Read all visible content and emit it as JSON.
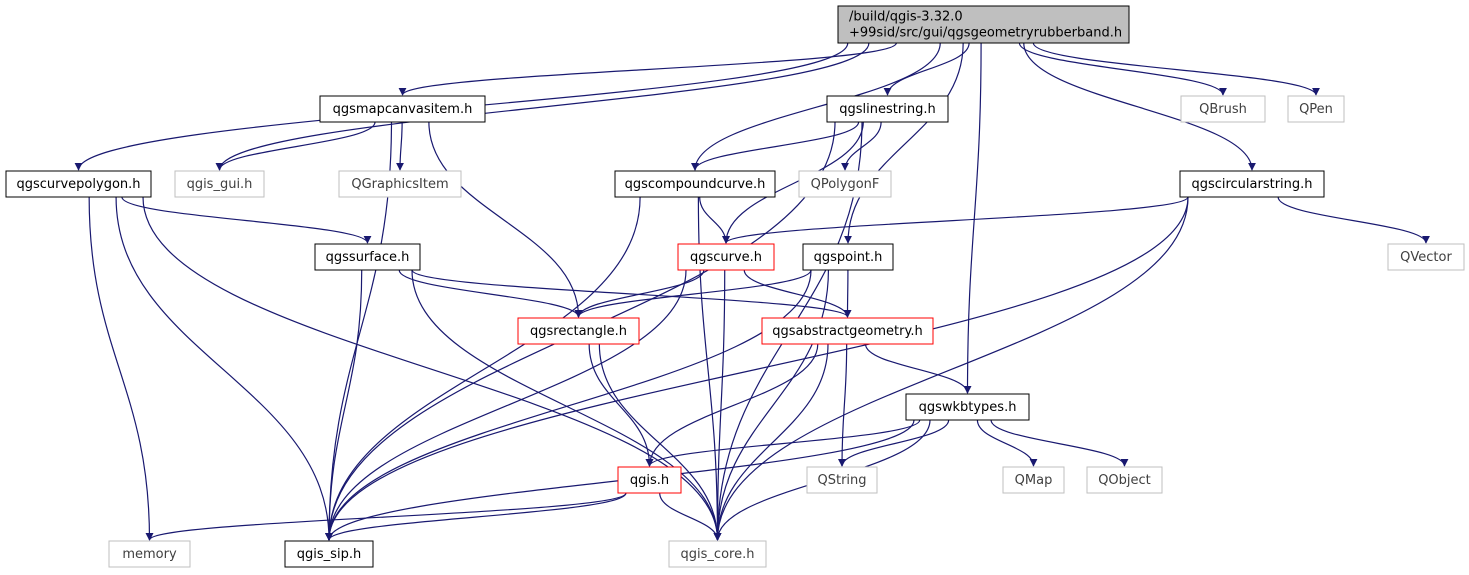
{
  "diagram": {
    "colors": {
      "edge": "#191970",
      "root_fill": "#bfbfbf",
      "normal_border": "#000000",
      "external_border": "#bfbfbf",
      "external_text": "#404040",
      "truncated_border": "#ff0000",
      "text": "#000000"
    },
    "nodes": [
      {
        "id": "root",
        "lines": [
          "/build/qgis-3.32.0",
          "+99sid/src/gui/qgsgeometryrubberband.h"
        ],
        "kind": "root"
      },
      {
        "id": "qgsmapcanvasitem",
        "lines": [
          "qgsmapcanvasitem.h"
        ],
        "kind": "normal"
      },
      {
        "id": "qgslinestring",
        "lines": [
          "qgslinestring.h"
        ],
        "kind": "normal"
      },
      {
        "id": "qbrush",
        "lines": [
          "QBrush"
        ],
        "kind": "external"
      },
      {
        "id": "qpen",
        "lines": [
          "QPen"
        ],
        "kind": "external"
      },
      {
        "id": "qgscurvepolygon",
        "lines": [
          "qgscurvepolygon.h"
        ],
        "kind": "normal"
      },
      {
        "id": "qgis_gui",
        "lines": [
          "qgis_gui.h"
        ],
        "kind": "external"
      },
      {
        "id": "qgraphicsitem",
        "lines": [
          "QGraphicsItem"
        ],
        "kind": "external"
      },
      {
        "id": "qgscompoundcurve",
        "lines": [
          "qgscompoundcurve.h"
        ],
        "kind": "normal"
      },
      {
        "id": "qpolygonf",
        "lines": [
          "QPolygonF"
        ],
        "kind": "external"
      },
      {
        "id": "qgscircularstring",
        "lines": [
          "qgscircularstring.h"
        ],
        "kind": "normal"
      },
      {
        "id": "qgssurface",
        "lines": [
          "qgssurface.h"
        ],
        "kind": "normal"
      },
      {
        "id": "qgscurve",
        "lines": [
          "qgscurve.h"
        ],
        "kind": "truncated"
      },
      {
        "id": "qgspoint",
        "lines": [
          "qgspoint.h"
        ],
        "kind": "normal"
      },
      {
        "id": "qvector",
        "lines": [
          "QVector"
        ],
        "kind": "external"
      },
      {
        "id": "qgsrectangle",
        "lines": [
          "qgsrectangle.h"
        ],
        "kind": "truncated"
      },
      {
        "id": "qgsabstractgeometry",
        "lines": [
          "qgsabstractgeometry.h"
        ],
        "kind": "truncated"
      },
      {
        "id": "qgswkbtypes",
        "lines": [
          "qgswkbtypes.h"
        ],
        "kind": "normal"
      },
      {
        "id": "qgis",
        "lines": [
          "qgis.h"
        ],
        "kind": "truncated"
      },
      {
        "id": "qstring",
        "lines": [
          "QString"
        ],
        "kind": "external"
      },
      {
        "id": "qmap",
        "lines": [
          "QMap"
        ],
        "kind": "external"
      },
      {
        "id": "qobject",
        "lines": [
          "QObject"
        ],
        "kind": "external"
      },
      {
        "id": "memory",
        "lines": [
          "memory"
        ],
        "kind": "external"
      },
      {
        "id": "qgis_sip",
        "lines": [
          "qgis_sip.h"
        ],
        "kind": "normal"
      },
      {
        "id": "qgis_core",
        "lines": [
          "qgis_core.h"
        ],
        "kind": "external"
      }
    ],
    "edges": [
      [
        "root",
        "qgsmapcanvasitem"
      ],
      [
        "root",
        "qgslinestring"
      ],
      [
        "root",
        "qbrush"
      ],
      [
        "root",
        "qpen"
      ],
      [
        "root",
        "qgscurvepolygon"
      ],
      [
        "root",
        "qgis_gui"
      ],
      [
        "root",
        "qgscompoundcurve"
      ],
      [
        "root",
        "qgscircularstring"
      ],
      [
        "root",
        "qgspoint"
      ],
      [
        "root",
        "qgswkbtypes"
      ],
      [
        "qgsmapcanvasitem",
        "qgis_gui"
      ],
      [
        "qgsmapcanvasitem",
        "qgraphicsitem"
      ],
      [
        "qgsmapcanvasitem",
        "qgsrectangle"
      ],
      [
        "qgsmapcanvasitem",
        "qgis_sip"
      ],
      [
        "qgslinestring",
        "qgscompoundcurve"
      ],
      [
        "qgslinestring",
        "qpolygonf"
      ],
      [
        "qgslinestring",
        "qgscurve"
      ],
      [
        "qgslinestring",
        "qgis_sip"
      ],
      [
        "qgslinestring",
        "qgis_core"
      ],
      [
        "qgscurvepolygon",
        "qgssurface"
      ],
      [
        "qgscurvepolygon",
        "memory"
      ],
      [
        "qgscurvepolygon",
        "qgis_sip"
      ],
      [
        "qgscurvepolygon",
        "qgis_core"
      ],
      [
        "qgscompoundcurve",
        "qgscurve"
      ],
      [
        "qgscompoundcurve",
        "qgis_sip"
      ],
      [
        "qgscompoundcurve",
        "qgis_core"
      ],
      [
        "qgscircularstring",
        "qgscurve"
      ],
      [
        "qgscircularstring",
        "qvector"
      ],
      [
        "qgscircularstring",
        "qgis_sip"
      ],
      [
        "qgscircularstring",
        "qgis_core"
      ],
      [
        "qgssurface",
        "qgsrectangle"
      ],
      [
        "qgssurface",
        "qgsabstractgeometry"
      ],
      [
        "qgssurface",
        "qgis_sip"
      ],
      [
        "qgssurface",
        "qgis_core"
      ],
      [
        "qgscurve",
        "qgsrectangle"
      ],
      [
        "qgscurve",
        "qgsabstractgeometry"
      ],
      [
        "qgscurve",
        "qgis_sip"
      ],
      [
        "qgscurve",
        "qgis_core"
      ],
      [
        "qgspoint",
        "qgsrectangle"
      ],
      [
        "qgspoint",
        "qgsabstractgeometry"
      ],
      [
        "qgspoint",
        "qgis_sip"
      ],
      [
        "qgspoint",
        "qgis_core"
      ],
      [
        "qgsrectangle",
        "qgis"
      ],
      [
        "qgsrectangle",
        "qgis_core"
      ],
      [
        "qgsabstractgeometry",
        "qgswkbtypes"
      ],
      [
        "qgsabstractgeometry",
        "qgis"
      ],
      [
        "qgsabstractgeometry",
        "qstring"
      ],
      [
        "qgsabstractgeometry",
        "qgis_core"
      ],
      [
        "qgswkbtypes",
        "qgis"
      ],
      [
        "qgswkbtypes",
        "qstring"
      ],
      [
        "qgswkbtypes",
        "qmap"
      ],
      [
        "qgswkbtypes",
        "qobject"
      ],
      [
        "qgswkbtypes",
        "qgis_sip"
      ],
      [
        "qgswkbtypes",
        "qgis_core"
      ],
      [
        "qgis",
        "memory"
      ],
      [
        "qgis",
        "qgis_sip"
      ],
      [
        "qgis",
        "qgis_core"
      ]
    ]
  }
}
